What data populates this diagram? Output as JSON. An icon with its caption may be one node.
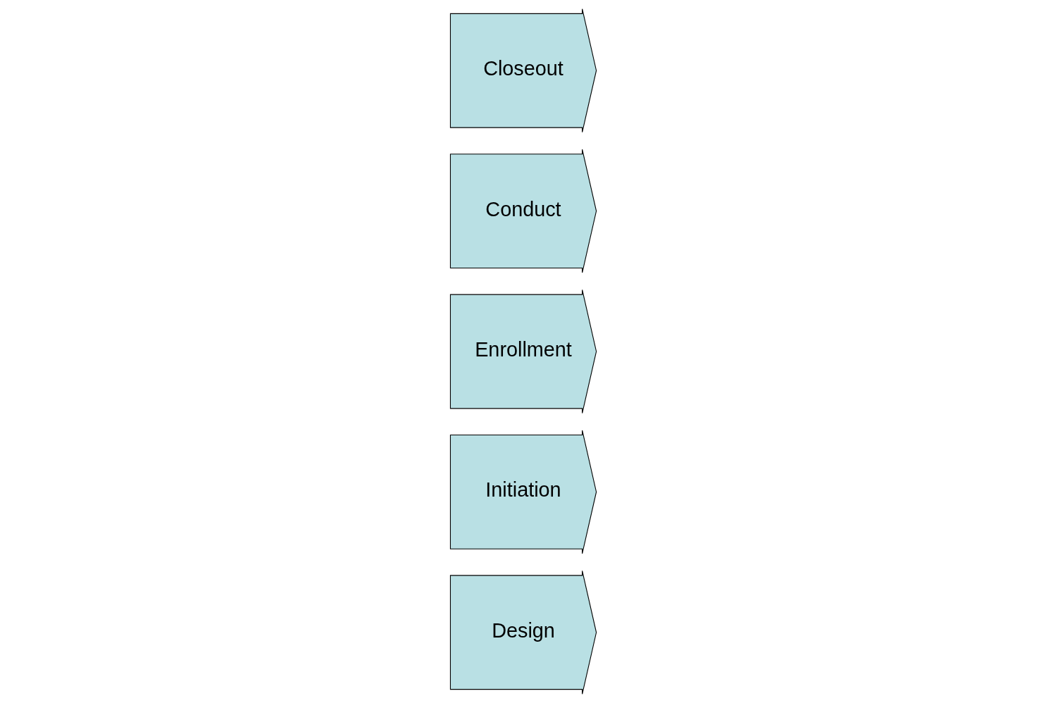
{
  "diagram": {
    "nodes": [
      {
        "text": [
          "Design"
        ]
      },
      {
        "text": [
          "Initiation"
        ]
      },
      {
        "text": [
          "Enrollment"
        ]
      },
      {
        "text": [
          "Conduct"
        ]
      },
      {
        "text": [
          "Closeout"
        ]
      }
    ],
    "edges": []
  }
}
